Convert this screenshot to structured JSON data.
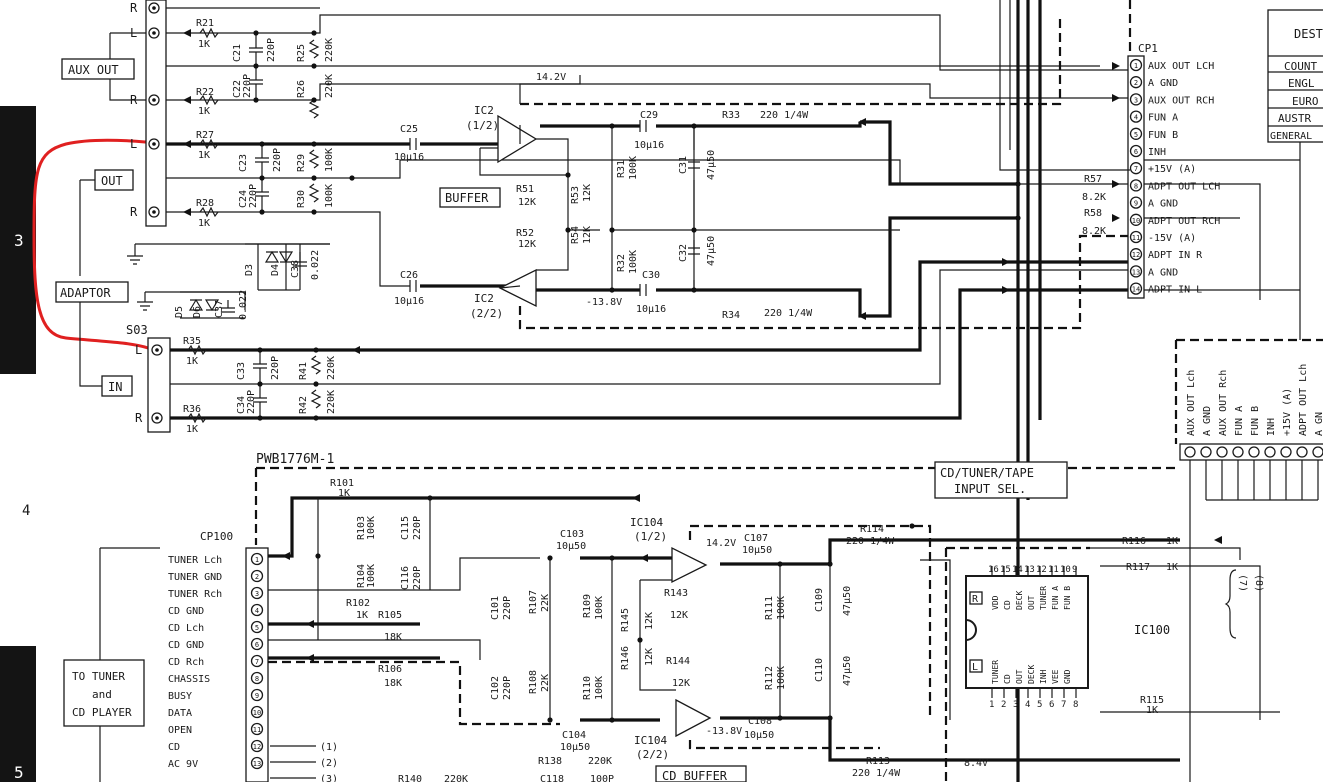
{
  "page_marks": {
    "m3": "3",
    "m4": "4",
    "m5": "5"
  },
  "connectors": {
    "aux_out": "AUX OUT",
    "out": "OUT",
    "adaptor": "ADAPTOR",
    "in": "IN",
    "s03": "S03",
    "L": "L",
    "R": "R"
  },
  "labels": {
    "buffer": "BUFFER",
    "cd_buffer": "CD BUFFER",
    "input_sel": [
      "CD/TUNER/TAPE",
      "INPUT SEL."
    ],
    "pwb": "PWB1776M-1",
    "cp1": "CP1",
    "cp100": "CP100",
    "to_tuner": [
      "TO TUNER",
      "and",
      "CD PLAYER"
    ],
    "ic100": "IC100",
    "dest": "DEST",
    "dest_rows": [
      "COUNT",
      "ENGL",
      "EURO",
      "AUSTR",
      "GENERAL"
    ]
  },
  "ics": {
    "ic2a": [
      "IC2",
      "(1/2)"
    ],
    "ic2b": [
      "IC2",
      "(2/2)"
    ],
    "ic104a": [
      "IC104",
      "(1/2)"
    ],
    "ic104b": [
      "IC104",
      "(2/2)"
    ]
  },
  "rails": {
    "v142": "14.2V",
    "v138": "-13.8V",
    "v142b": "14.2V",
    "v138b": "-13.8V",
    "v84": "8.4V"
  },
  "components": {
    "R21": [
      "R21",
      "1K"
    ],
    "R22": [
      "R22",
      "1K"
    ],
    "R27": [
      "R27",
      "1K"
    ],
    "R28": [
      "R28",
      "1K"
    ],
    "R35": [
      "R35",
      "1K"
    ],
    "R36": [
      "R36",
      "1K"
    ],
    "R25": [
      "R25",
      "220K"
    ],
    "R26": [
      "R26",
      "220K"
    ],
    "R29": [
      "R29",
      "100K"
    ],
    "R30": [
      "R30",
      "100K"
    ],
    "R41": [
      "R41",
      "220K"
    ],
    "R42": [
      "R42",
      "220K"
    ],
    "C21": [
      "C21",
      "220P"
    ],
    "C22": [
      "C22",
      "220P"
    ],
    "C23": [
      "C23",
      "220P"
    ],
    "C24": [
      "C24",
      "220P"
    ],
    "C33": [
      "C33",
      "220P"
    ],
    "C34": [
      "C34",
      "220P"
    ],
    "C25": [
      "C25",
      "10μ16"
    ],
    "C26": [
      "C26",
      "10μ16"
    ],
    "C29": [
      "C29",
      "10μ16"
    ],
    "C30": [
      "C30",
      "10μ16"
    ],
    "C31": [
      "C31",
      "47μ50"
    ],
    "C32": [
      "C32",
      "47μ50"
    ],
    "R31": [
      "R31",
      "100K"
    ],
    "R32": [
      "R32",
      "100K"
    ],
    "R33": [
      "R33",
      "220 1/4W"
    ],
    "R34": [
      "R34",
      "220 1/4W"
    ],
    "R51": [
      "R51",
      "12K"
    ],
    "R52": [
      "R52",
      "12K"
    ],
    "R53": [
      "R53",
      "12K"
    ],
    "R54": [
      "R54",
      "12K"
    ],
    "R57": [
      "R57",
      "8.2K"
    ],
    "R58": [
      "R58",
      "8.2K"
    ],
    "D3": "D3",
    "D4": "D4",
    "D5": "D5",
    "D6": "D6",
    "C37": [
      "C37",
      "0.022"
    ],
    "C38": [
      "C38",
      "0.022"
    ],
    "R101": [
      "R101",
      "1K"
    ],
    "R102": [
      "R102",
      "1K"
    ],
    "R103": [
      "R103",
      "100K"
    ],
    "R104": [
      "R104",
      "100K"
    ],
    "R105": [
      "R105",
      "18K"
    ],
    "R106": [
      "R106",
      "18K"
    ],
    "C115": [
      "C115",
      "220P"
    ],
    "C116": [
      "C116",
      "220P"
    ],
    "C101": [
      "C101",
      "220P"
    ],
    "C102": [
      "C102",
      "220P"
    ],
    "R107": [
      "R107",
      "22K"
    ],
    "R108": [
      "R108",
      "22K"
    ],
    "R109": [
      "R109",
      "100K"
    ],
    "R110": [
      "R110",
      "100K"
    ],
    "C103": [
      "C103",
      "10μ50"
    ],
    "C104": [
      "C104",
      "10μ50"
    ],
    "C107": [
      "C107",
      "10μ50"
    ],
    "C108": [
      "C108",
      "10μ50"
    ],
    "R143": [
      "R143",
      "12K"
    ],
    "R144": [
      "R144",
      "12K"
    ],
    "R145": [
      "R145",
      "12K"
    ],
    "R146": [
      "R146",
      "12K"
    ],
    "R111": [
      "R111",
      "100K"
    ],
    "R112": [
      "R112",
      "100K"
    ],
    "C109": [
      "C109",
      "47μ50"
    ],
    "C110": [
      "C110",
      "47μ50"
    ],
    "R113": [
      "R113",
      "220 1/4W"
    ],
    "R114": [
      "R114",
      "220 1/4W"
    ],
    "R115": [
      "R115",
      "1K"
    ],
    "R116": [
      "R116",
      "1K"
    ],
    "R117": [
      "R117",
      "1K"
    ],
    "R138": [
      "R138",
      "220K"
    ],
    "R140": [
      "R140",
      "220K"
    ],
    "C118": [
      "C118",
      "100P"
    ]
  },
  "cp1_pins": [
    {
      "n": "1",
      "label": "AUX OUT LCH"
    },
    {
      "n": "2",
      "label": "A GND"
    },
    {
      "n": "3",
      "label": "AUX OUT RCH"
    },
    {
      "n": "4",
      "label": "FUN A"
    },
    {
      "n": "5",
      "label": "FUN B"
    },
    {
      "n": "6",
      "label": "INH"
    },
    {
      "n": "7",
      "label": "+15V (A)"
    },
    {
      "n": "8",
      "label": "ADPT OUT LCH"
    },
    {
      "n": "9",
      "label": "A GND"
    },
    {
      "n": "10",
      "label": "ADPT OUT RCH"
    },
    {
      "n": "11",
      "label": "-15V (A)"
    },
    {
      "n": "12",
      "label": "ADPT IN R"
    },
    {
      "n": "13",
      "label": "A GND"
    },
    {
      "n": "14",
      "label": "ADPT IN L"
    }
  ],
  "cp100_pins": [
    {
      "n": "1",
      "label": "TUNER Lch"
    },
    {
      "n": "2",
      "label": "TUNER GND"
    },
    {
      "n": "3",
      "label": "TUNER Rch"
    },
    {
      "n": "4",
      "label": "CD GND"
    },
    {
      "n": "5",
      "label": "CD Lch"
    },
    {
      "n": "6",
      "label": "CD GND"
    },
    {
      "n": "7",
      "label": "CD Rch"
    },
    {
      "n": "8",
      "label": "CHASSIS"
    },
    {
      "n": "9",
      "label": "BUSY"
    },
    {
      "n": "10",
      "label": "DATA"
    },
    {
      "n": "11",
      "label": "OPEN"
    },
    {
      "n": "12",
      "label": "CD"
    },
    {
      "n": "13",
      "label": "AC 9V"
    }
  ],
  "cp100_refs": [
    "(1)",
    "(2)",
    "(3)"
  ],
  "right_connector_labels": [
    "AUX OUT Lch",
    "A GND",
    "AUX OUT Rch",
    "FUN A",
    "FUN B",
    "INH",
    "+15V (A)",
    "ADPT OUT Lch",
    "A GN"
  ],
  "ic100_pins": {
    "top_numbers": [
      "16",
      "15",
      "14",
      "13",
      "12",
      "11",
      "10",
      "9"
    ],
    "top_labels": [
      "VDD",
      "CD",
      "DECK",
      "OUT",
      "TUNER",
      "FUN A",
      "FUN B"
    ],
    "bottom_numbers": [
      "1",
      "2",
      "3",
      "4",
      "5",
      "6",
      "7",
      "8"
    ],
    "bottom_labels": [
      "TUNER",
      "CD",
      "OUT",
      "DECK",
      "INH",
      "VEE",
      "GND"
    ],
    "side_marks": [
      "R",
      "L"
    ]
  },
  "brace_refs": [
    "(7)",
    "(8)"
  ]
}
